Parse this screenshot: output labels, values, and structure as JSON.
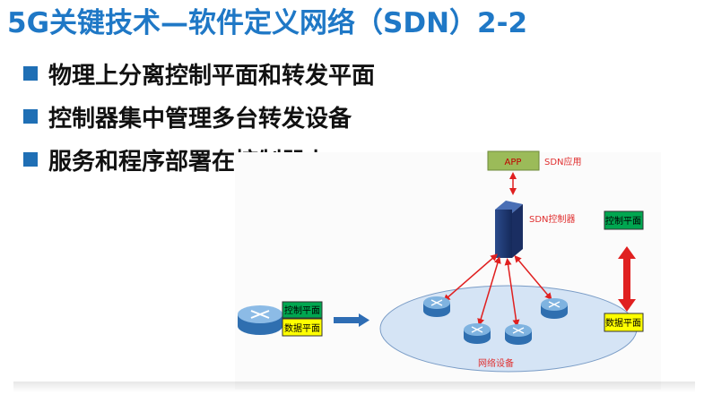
{
  "title": "5G关键技术—软件定义网络（SDN）2-2",
  "bullets": [
    "物理上分离控制平面和转发平面",
    "控制器集中管理多台转发设备",
    "服务和程序部署在控制器上"
  ],
  "diagram": {
    "app_box": "APP",
    "app_caption": "SDN应用",
    "controller_caption": "SDN控制器",
    "control_plane_right": "控制平面",
    "data_plane_right": "数据平面",
    "router_control_label": "控制平面",
    "router_data_label": "数据平面",
    "network_caption": "网络设备",
    "colors": {
      "app_green": "#9bbb59",
      "control_green": "#00a650",
      "data_yellow": "#ffff00",
      "arrow_red": "#e02020",
      "ellipse_fill": "#d5e4f5",
      "blue_arrow": "#2e6db4",
      "caption_red": "#e03030"
    },
    "icons": [
      "router-icon",
      "server-icon",
      "double-arrow-icon",
      "right-arrow-icon"
    ]
  }
}
